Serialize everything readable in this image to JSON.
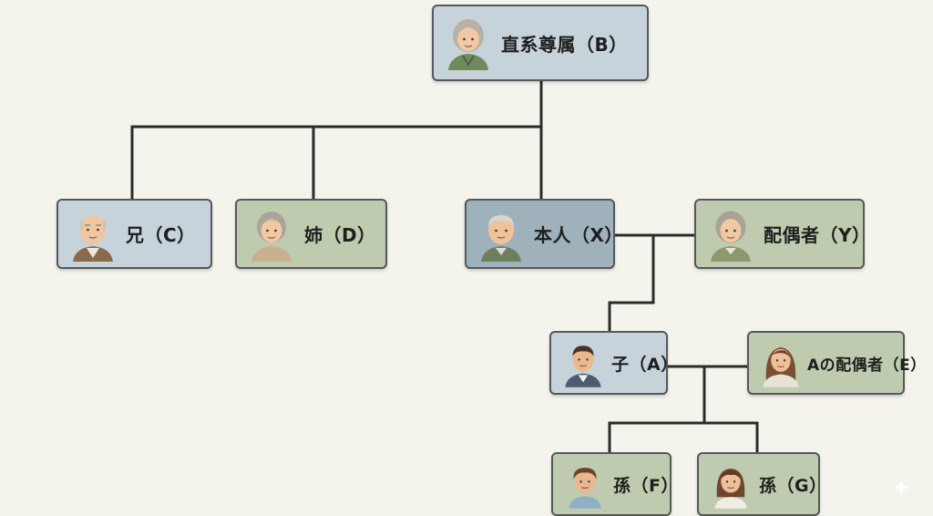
{
  "nodes": {
    "b": {
      "label": "直系尊属（B）"
    },
    "c": {
      "label": "兄（C）"
    },
    "d": {
      "label": "姉（D）"
    },
    "x": {
      "label": "本人（X）"
    },
    "y": {
      "label": "配偶者（Y）"
    },
    "a": {
      "label": "子（A）"
    },
    "e": {
      "label": "Aの配偶者（E）"
    },
    "f": {
      "label": "孫（F）"
    },
    "g": {
      "label": "孫（G）"
    }
  },
  "colors": {
    "box_blue": "#c7d3da",
    "box_green": "#bfcbae",
    "box_slate": "#9fb2bc",
    "connector": "#2b2b2b"
  }
}
